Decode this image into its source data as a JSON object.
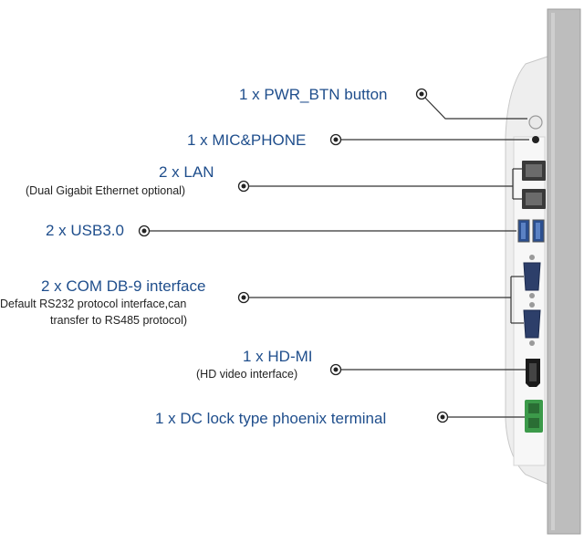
{
  "callouts": [
    {
      "id": "pwr",
      "title": "1 x PWR_BTN button",
      "sub": []
    },
    {
      "id": "mic",
      "title": "1 x MIC&PHONE",
      "sub": []
    },
    {
      "id": "lan",
      "title": "2 x LAN",
      "sub": [
        "(Dual Gigabit Ethernet optional)"
      ]
    },
    {
      "id": "usb",
      "title": "2 x USB3.0",
      "sub": []
    },
    {
      "id": "com",
      "title": "2 x COM DB-9 interface",
      "sub": [
        "Default RS232 protocol interface,can",
        "transfer to RS485 protocol)"
      ]
    },
    {
      "id": "hdmi",
      "title": "1 x HD-MI",
      "sub": [
        "(HD video interface)"
      ]
    },
    {
      "id": "dc",
      "title": "1 x DC lock type phoenix terminal",
      "sub": []
    }
  ],
  "colors": {
    "label": "#1f4e8c",
    "subtext": "#222222",
    "bezel": "#b9b9b9",
    "chassis": "#e6e6e6",
    "terminal": "#3c9a4a"
  }
}
